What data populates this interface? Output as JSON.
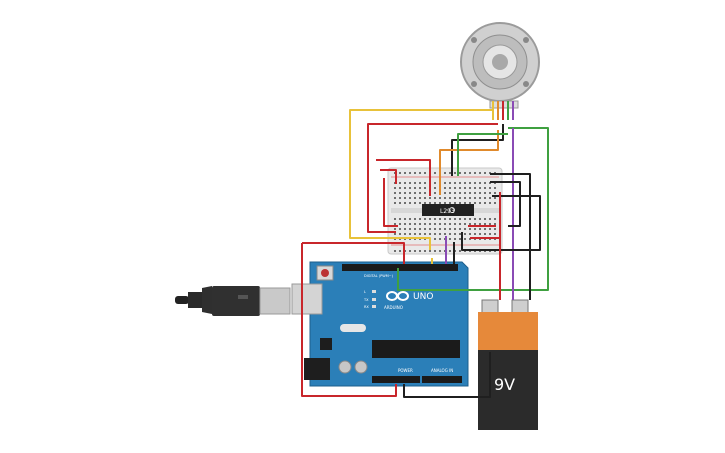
{
  "components": {
    "driver_ic": {
      "label": "L293"
    },
    "arduino": {
      "brand": "ARDUINO",
      "model": "UNO",
      "power_label": "POWER",
      "analog_label": "ANALOG IN",
      "digital_label": "DIGITAL (PWM~)",
      "led_l": "L",
      "led_tx": "TX",
      "led_rx": "RX"
    },
    "battery": {
      "label": "9V"
    }
  },
  "colors": {
    "red": "#c8262b",
    "black": "#1f1f1f",
    "yellow": "#e8c23a",
    "orange": "#e08a2c",
    "green": "#3fa040",
    "purple": "#8a4bb5",
    "arduino_blue": "#2b7fb8",
    "battery_orange": "#e6893a"
  },
  "icons": [
    "usb-plug-icon",
    "stepper-motor-icon",
    "battery-icon"
  ]
}
